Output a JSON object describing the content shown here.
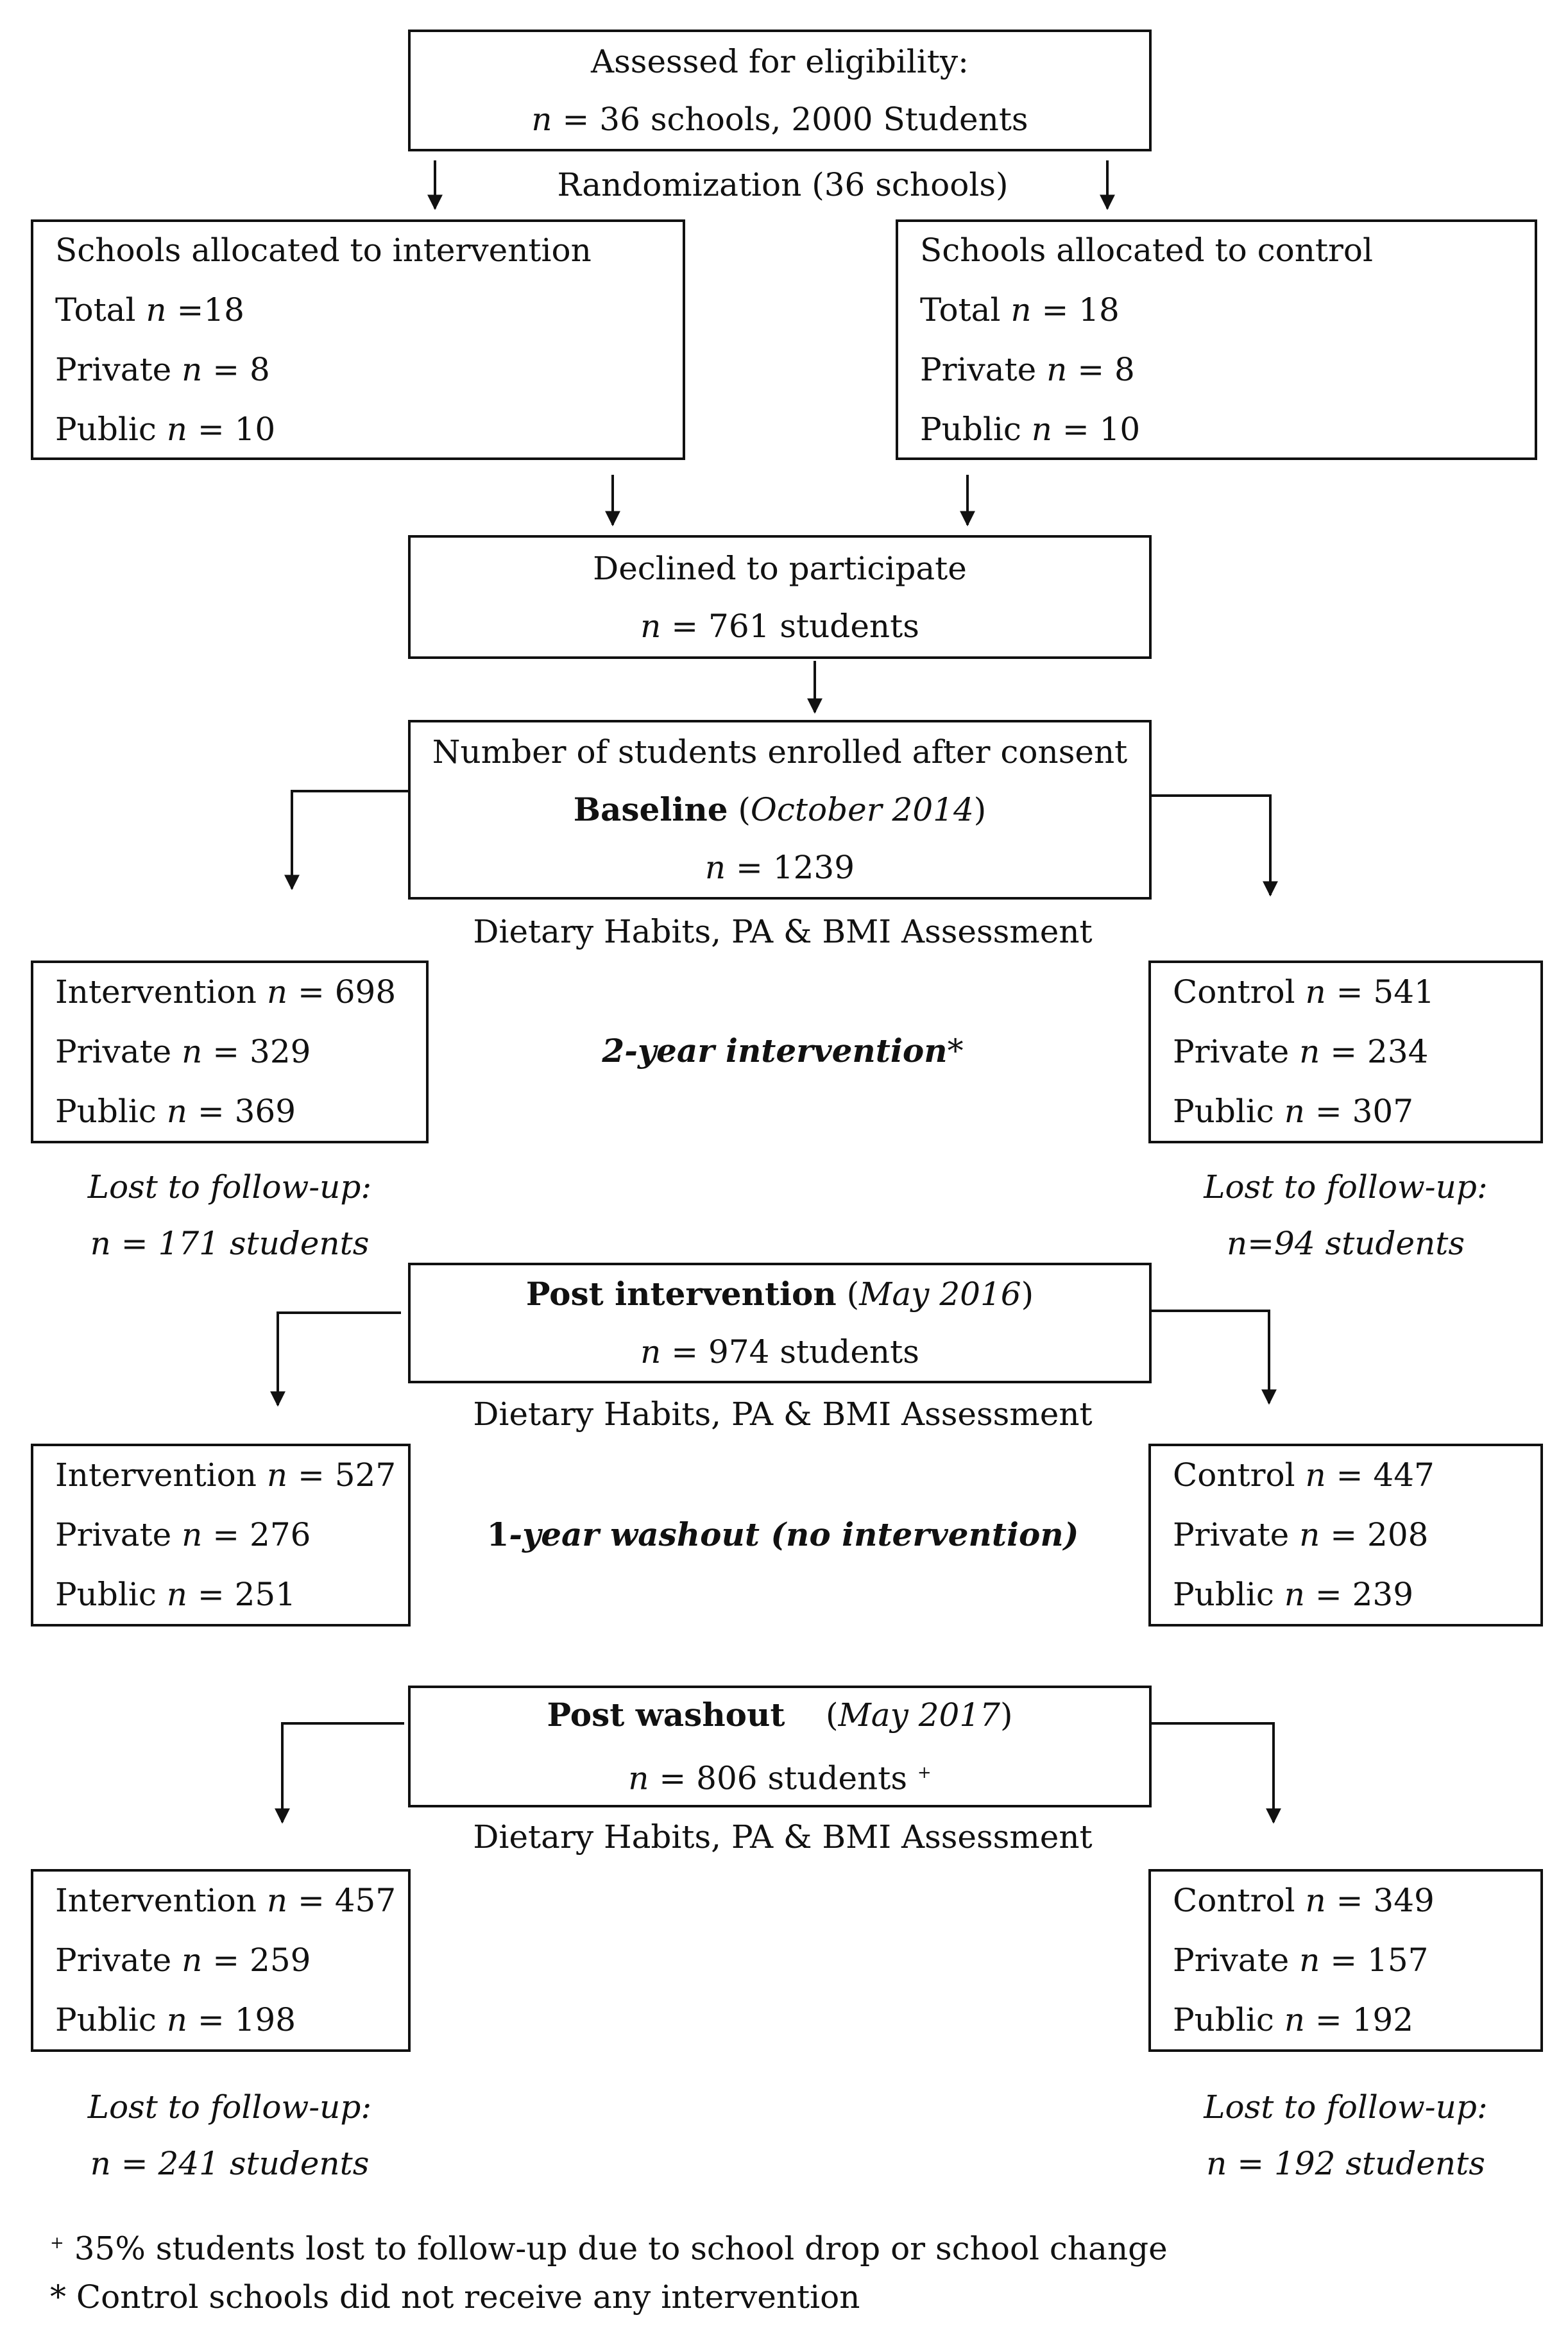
{
  "assessed": {
    "title": "Assessed for eligibility:",
    "n_label": "n",
    "value": " = 36 schools, 2000 Students"
  },
  "randomization": "Randomization (36 schools)",
  "intervention_alloc": {
    "title": "Schools allocated to intervention",
    "total_label": "Total ",
    "total_value": " =18",
    "private_label": "Private ",
    "private_value": " = 8",
    "public_label": "Public ",
    "public_value": " = 10"
  },
  "control_alloc": {
    "title": "Schools allocated to control",
    "total_label": "Total ",
    "total_value": " = 18",
    "private_label": "Private ",
    "private_value": " = 8",
    "public_label": "Public ",
    "public_value": " = 10"
  },
  "declined": {
    "title": "Declined to participate",
    "value": " = 761 students"
  },
  "baseline": {
    "line1": "Number of students enrolled after consent",
    "bold": "Baseline",
    "date": "October 2014",
    "value": " = 1239"
  },
  "assessment_label": "Dietary Habits, PA & BMI Assessment",
  "baseline_groups": {
    "intervention": {
      "label": "Intervention ",
      "total": " = 698",
      "private": " = 329",
      "public": " = 369"
    },
    "control": {
      "label": "Control ",
      "total": " = 541",
      "private": " = 234",
      "public": " = 307"
    }
  },
  "two_year": "2-year intervention",
  "asterisk": "*",
  "lost1_left": {
    "title": "Lost to follow-up:",
    "value": " = 171 students"
  },
  "lost1_right": {
    "title": "Lost to follow-up:",
    "value": "=94 students"
  },
  "post_intervention": {
    "bold": "Post intervention",
    "date": "May 2016",
    "value": " = 974 students"
  },
  "post_groups": {
    "intervention": {
      "label": "Intervention ",
      "total": " = 527",
      "private": " = 276",
      "public": " = 251"
    },
    "control": {
      "label": "Control ",
      "total": " = 447",
      "private": " = 208",
      "public": " = 239"
    }
  },
  "washout_bold": "1",
  "washout_italic": "-year washout (no intervention)",
  "post_washout": {
    "bold": "Post washout",
    "date": "May 2017",
    "value": " = 806 students",
    "dagger": "+"
  },
  "washout_groups": {
    "intervention": {
      "label": "Intervention ",
      "total": " = 457",
      "private": " = 259",
      "public": " = 198"
    },
    "control": {
      "label": "Control ",
      "total": " = 349",
      "private": " = 157",
      "public": " = 192"
    }
  },
  "lost2_left": {
    "title": "Lost to follow-up:",
    "value": " = 241 students"
  },
  "lost2_right": {
    "title": "Lost to follow-up:",
    "value": " = 192 students"
  },
  "private_word": "Private ",
  "public_word": "Public ",
  "footnote1_mark": "+",
  "footnote1": " 35% students lost to follow-up due to school drop or school change",
  "footnote2": "* Control schools did not receive any intervention"
}
